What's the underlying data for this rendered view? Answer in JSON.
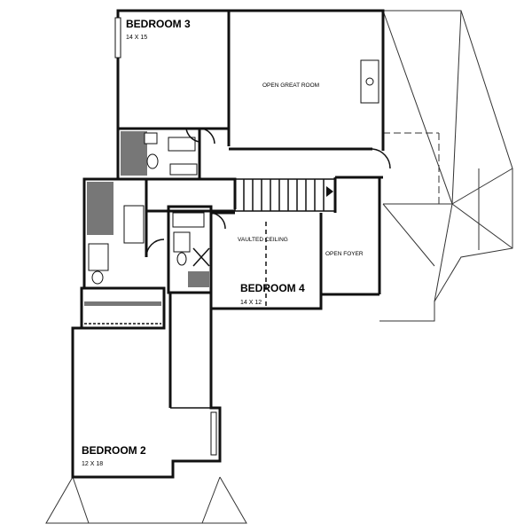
{
  "rooms": {
    "bedroom3": {
      "name": "BEDROOM 3",
      "size": "14 X 15"
    },
    "great_room": {
      "name": "OPEN GREAT ROOM"
    },
    "vaulted": {
      "name": "VAULTED CEILING"
    },
    "bedroom4": {
      "name": "BEDROOM 4",
      "size": "14 X 12"
    },
    "foyer": {
      "name": "OPEN FOYER"
    },
    "bedroom2": {
      "name": "BEDROOM 2",
      "size": "12 X 18"
    }
  }
}
